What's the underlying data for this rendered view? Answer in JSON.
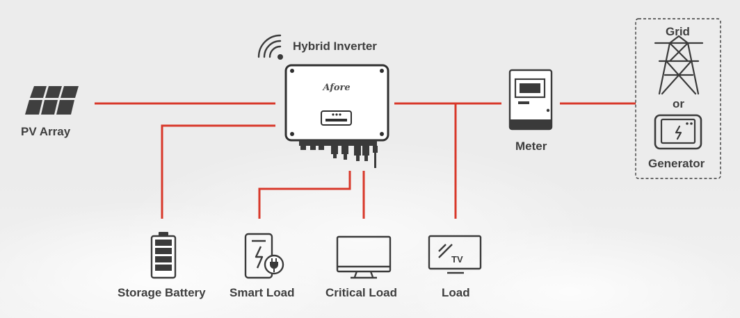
{
  "labels": {
    "inverter": "Hybrid Inverter",
    "pv_array": "PV Array",
    "meter": "Meter",
    "grid": "Grid",
    "or": "or",
    "generator": "Generator",
    "storage_battery": "Storage Battery",
    "smart_load": "Smart Load",
    "critical_load": "Critical Load",
    "load": "Load",
    "brand": "Afore",
    "tv": "TV"
  },
  "colors": {
    "connection_line": "#d8382a",
    "icon_stroke": "#3a3a3a",
    "text": "#3e3e3e"
  },
  "icons": {
    "wifi": "wifi-signal-icon",
    "solar": "solar-panel-icon",
    "meter": "energy-meter-icon",
    "tower": "transmission-tower-icon",
    "generator": "generator-icon",
    "battery": "battery-icon",
    "smart_load": "smart-plug-icon",
    "monitor": "monitor-icon",
    "tv": "tv-icon"
  }
}
